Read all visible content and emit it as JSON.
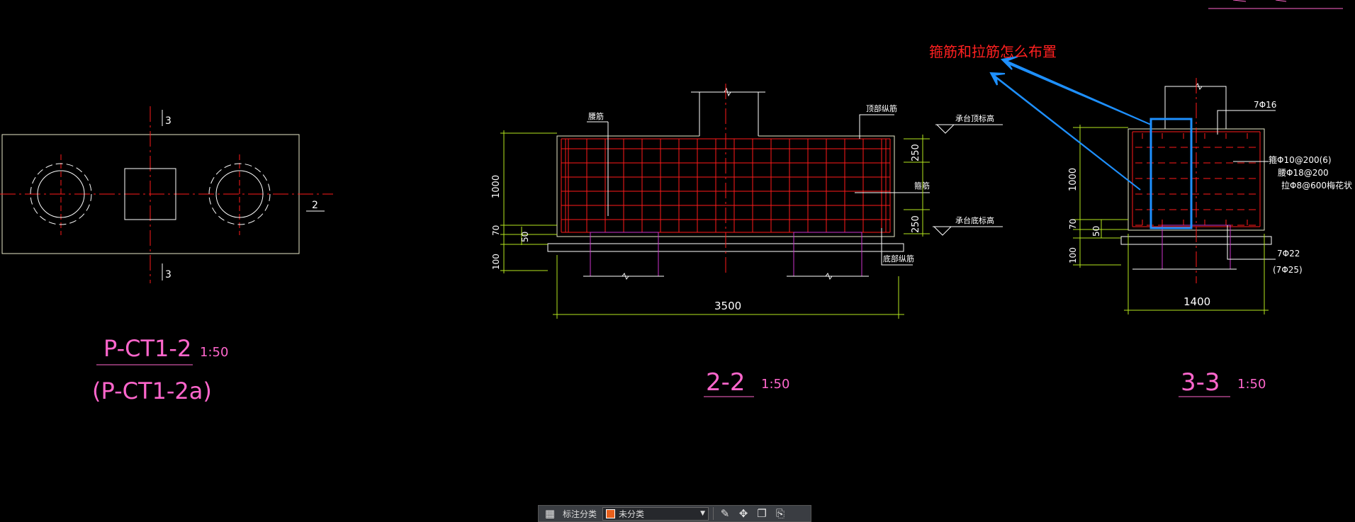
{
  "drawing": {
    "plan": {
      "section_mark_top": "3",
      "section_mark_bottom": "3",
      "section_mark_right": "2",
      "title": "P-CT1-2",
      "title_alt": "(P-CT1-2a)",
      "scale": "1:50"
    },
    "section_2_2": {
      "title": "2-2",
      "scale": "1:50",
      "labels": {
        "side_bars": "腰筋",
        "top_long": "顶部纵筋",
        "cap_top": "承台顶标高",
        "stirrup": "箍筋",
        "cap_bottom": "承台底标高",
        "bottom_long": "底部纵筋"
      },
      "dims": {
        "height": "1000",
        "d70": "70",
        "d100": "100",
        "d50": "50",
        "top_zone": "250",
        "bottom_zone": "250",
        "width": "3500"
      }
    },
    "section_3_3": {
      "title": "3-3",
      "scale": "1:50",
      "labels": {
        "top_bars": "7Φ16",
        "stirrup": "箍Φ10@200(6)",
        "side_bars": "腰Φ18@200",
        "tie_bars": "拉Φ8@600梅花状",
        "bottom_bars": "7Φ22",
        "bottom_bars_alt": "(7Φ25)"
      },
      "dims": {
        "height": "1000",
        "d70": "70",
        "d100": "100",
        "d50": "50",
        "width": "1400"
      }
    },
    "annotation": {
      "text": "箍筋和拉筋怎么布置",
      "color": "#ff2020",
      "arrow_color": "#1e90ff"
    }
  },
  "toolbar": {
    "label": "标注分类",
    "selected": "未分类",
    "swatch_color": "#e8601c"
  },
  "colors": {
    "outline": "#e8e8c8",
    "rebar": "#ff1a1a",
    "dimension": "#b4e61e",
    "magenta": "#cc33cc",
    "title": "#ff66cc",
    "white": "#ffffff",
    "highlight": "#1e90ff"
  }
}
